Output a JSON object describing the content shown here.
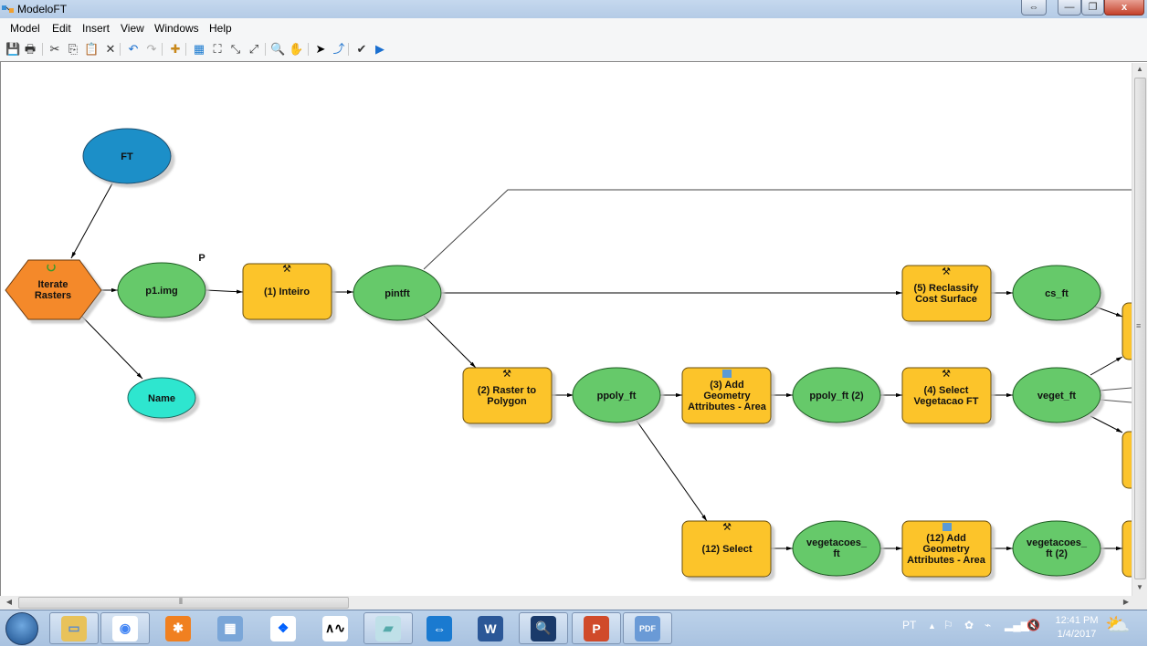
{
  "window": {
    "title": "ModeloFT",
    "controls": {
      "minimize": "—",
      "restore": "❐",
      "close": "x",
      "switch": "⇔"
    }
  },
  "menu": {
    "items": [
      "Model",
      "Edit",
      "Insert",
      "View",
      "Windows",
      "Help"
    ]
  },
  "toolbar": {
    "tools": [
      {
        "name": "save-icon",
        "glyph": "💾"
      },
      {
        "name": "print-icon",
        "glyph": "🖶"
      },
      {
        "name": "cut-icon",
        "glyph": "✂"
      },
      {
        "name": "copy-icon",
        "glyph": "⎘"
      },
      {
        "name": "paste-icon",
        "glyph": "📋"
      },
      {
        "name": "delete-icon",
        "glyph": "✕"
      },
      {
        "name": "undo-icon",
        "glyph": "↶"
      },
      {
        "name": "redo-icon",
        "glyph": "↷"
      },
      {
        "name": "add-data-icon",
        "glyph": "✚"
      },
      {
        "name": "auto-layout-icon",
        "glyph": "▦"
      },
      {
        "name": "full-extent-icon",
        "glyph": "⛶"
      },
      {
        "name": "fixed-zoom-in-icon",
        "glyph": "⤡"
      },
      {
        "name": "fixed-zoom-out-icon",
        "glyph": "⤢"
      },
      {
        "name": "zoom-in-icon",
        "glyph": "🔍"
      },
      {
        "name": "pan-icon",
        "glyph": "✋"
      },
      {
        "name": "select-icon",
        "glyph": "➤"
      },
      {
        "name": "connect-icon",
        "glyph": "⤴"
      },
      {
        "name": "validate-icon",
        "glyph": "✔"
      },
      {
        "name": "run-icon",
        "glyph": "▶"
      }
    ]
  },
  "model": {
    "nodes": {
      "ft": "FT",
      "iterate": [
        "Iterate",
        "Rasters"
      ],
      "p1img": "p1.img",
      "param_flag": "P",
      "name": "Name",
      "inteiro": "(1) Inteiro",
      "pintft": "pintft",
      "raster_to_polygon": [
        "(2) Raster to",
        "Polygon"
      ],
      "ppoly_ft": "ppoly_ft",
      "add_geom_3": [
        "(3) Add",
        "Geometry",
        "Attributes - Area"
      ],
      "ppoly_ft_2": "ppoly_ft (2)",
      "select_veg": [
        "(4) Select",
        "Vegetacao FT"
      ],
      "veget_ft": "veget_ft",
      "reclassify": [
        "(5) Reclassify",
        "Cost Surface"
      ],
      "cs_ft": "cs_ft",
      "select_12": "(12) Select",
      "vegetacoes_ft": [
        "vegetacoes_",
        "ft"
      ],
      "add_geom_12": [
        "(12) Add",
        "Geometry",
        "Attributes - Area"
      ],
      "vegetacoes_ft_2": [
        "vegetacoes_",
        "ft (2)"
      ]
    },
    "colors": {
      "input_variable": "#1c8fc8",
      "iterator": "#f4892c",
      "derived_data": "#66c96a",
      "tool": "#fcc42c",
      "parameter_value": "#2ee6cf"
    }
  },
  "taskbar": {
    "apps": [
      {
        "name": "file-explorer-icon",
        "label": "Explorer"
      },
      {
        "name": "chrome-icon",
        "label": "Chrome"
      },
      {
        "name": "avast-icon",
        "label": "Avast"
      },
      {
        "name": "calculator-icon",
        "label": "Calculator"
      },
      {
        "name": "dropbox-icon",
        "label": "Dropbox"
      },
      {
        "name": "chart-app-icon",
        "label": "Chart"
      },
      {
        "name": "notepad-icon",
        "label": "Notepad"
      },
      {
        "name": "teamviewer-icon",
        "label": "TeamViewer"
      },
      {
        "name": "word-icon",
        "label": "W"
      },
      {
        "name": "arcgis-icon",
        "label": "ArcGIS"
      },
      {
        "name": "powerpoint-icon",
        "label": "P"
      },
      {
        "name": "pdf-icon",
        "label": "PDF"
      }
    ],
    "language": "PT",
    "time": "12:41 PM",
    "date": "1/4/2017"
  }
}
